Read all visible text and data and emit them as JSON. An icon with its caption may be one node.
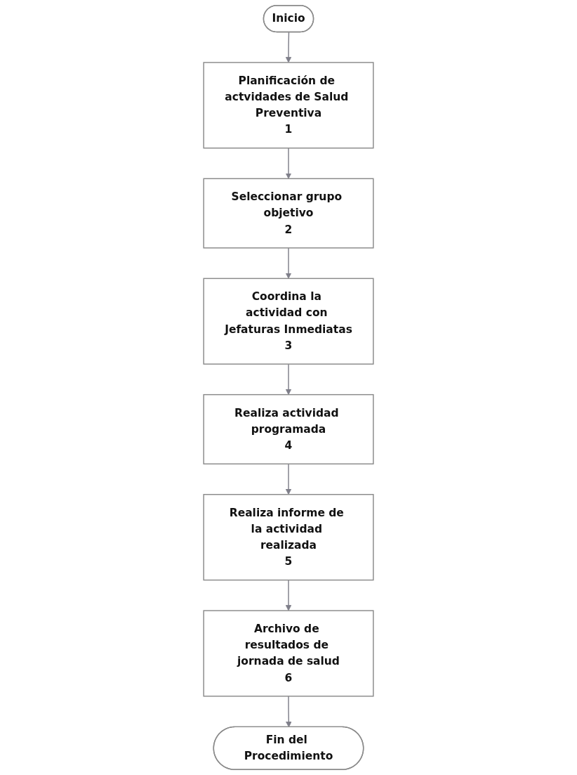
{
  "diagram": {
    "nodes": [
      {
        "text": [
          "Inicio"
        ]
      },
      {
        "text": [
          "Planificación de actvidades de Salud Preventiva",
          "1"
        ]
      },
      {
        "text": [
          "Seleccionar grupo objetivo",
          "2"
        ]
      },
      {
        "text": [
          "Coordina la actividad con Jefaturas Inmediatas",
          "3"
        ]
      },
      {
        "text": [
          "Realiza actividad programada",
          "4"
        ]
      },
      {
        "text": [
          "Realiza informe de la actividad realizada",
          "5"
        ]
      },
      {
        "text": [
          "Archivo de resultados de jornada de salud",
          "6"
        ]
      },
      {
        "text": [
          "Fin del Procedimiento"
        ]
      }
    ],
    "edges": [
      {
        "from": 0,
        "to": 1,
        "arrow": "to"
      },
      {
        "from": 1,
        "to": 2,
        "arrow": "to"
      },
      {
        "from": 2,
        "to": 3,
        "arrow": "to"
      },
      {
        "from": 3,
        "to": 4,
        "arrow": "to"
      },
      {
        "from": 4,
        "to": 5,
        "arrow": "to"
      },
      {
        "from": 5,
        "to": 6,
        "arrow": "to"
      },
      {
        "from": 6,
        "to": 7,
        "arrow": "to"
      }
    ]
  }
}
